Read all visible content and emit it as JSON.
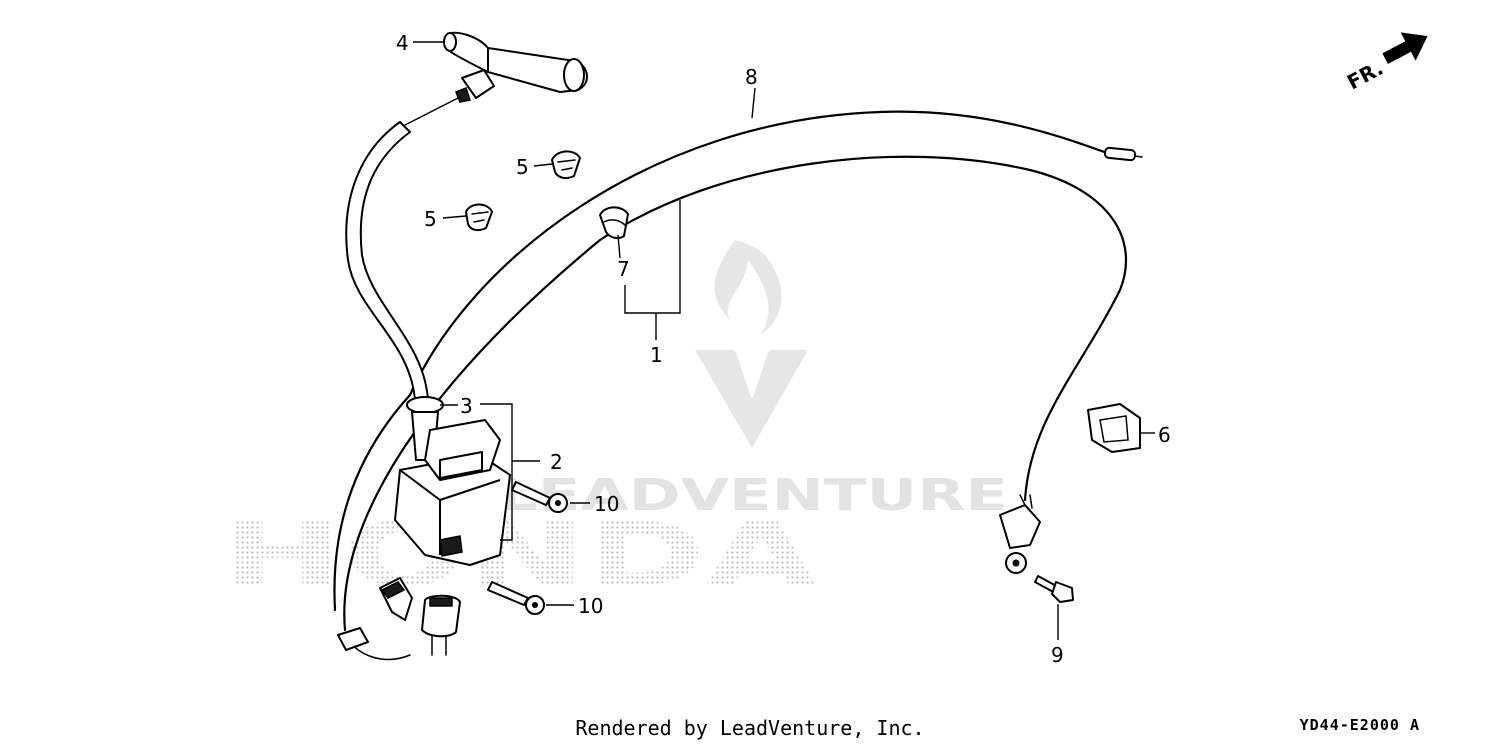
{
  "diagram": {
    "callouts": {
      "c1": "1",
      "c2": "2",
      "c3": "3",
      "c4": "4",
      "c5a": "5",
      "c5b": "5",
      "c6": "6",
      "c7": "7",
      "c8": "8",
      "c9": "9",
      "c10a": "10",
      "c10b": "10"
    },
    "front_indicator": "FR.",
    "watermark_brand": "HONDA",
    "watermark_vendor": "LEADVENTURE"
  },
  "footer": {
    "rendered_by": "Rendered by LeadVenture, Inc.",
    "diagram_code": "YD44-E2000 A"
  },
  "colors": {
    "line": "#000000",
    "watermark": "#cccccc",
    "background": "#ffffff"
  }
}
